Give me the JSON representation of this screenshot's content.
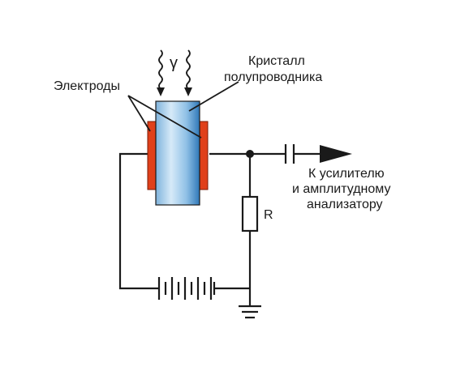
{
  "labels": {
    "electrodes": "Электроды",
    "crystal_line1": "Кристалл",
    "crystal_line2": "полупроводника",
    "gamma": "γ",
    "resistor": "R",
    "output_line1": "К усилителю",
    "output_line2": "и амплитудному",
    "output_line3": "анализатору"
  },
  "colors": {
    "electrode": "#e0401a",
    "crystal_light": "#cfe6f7",
    "crystal_dark": "#3f86c4",
    "wire": "#1a1a1a"
  }
}
